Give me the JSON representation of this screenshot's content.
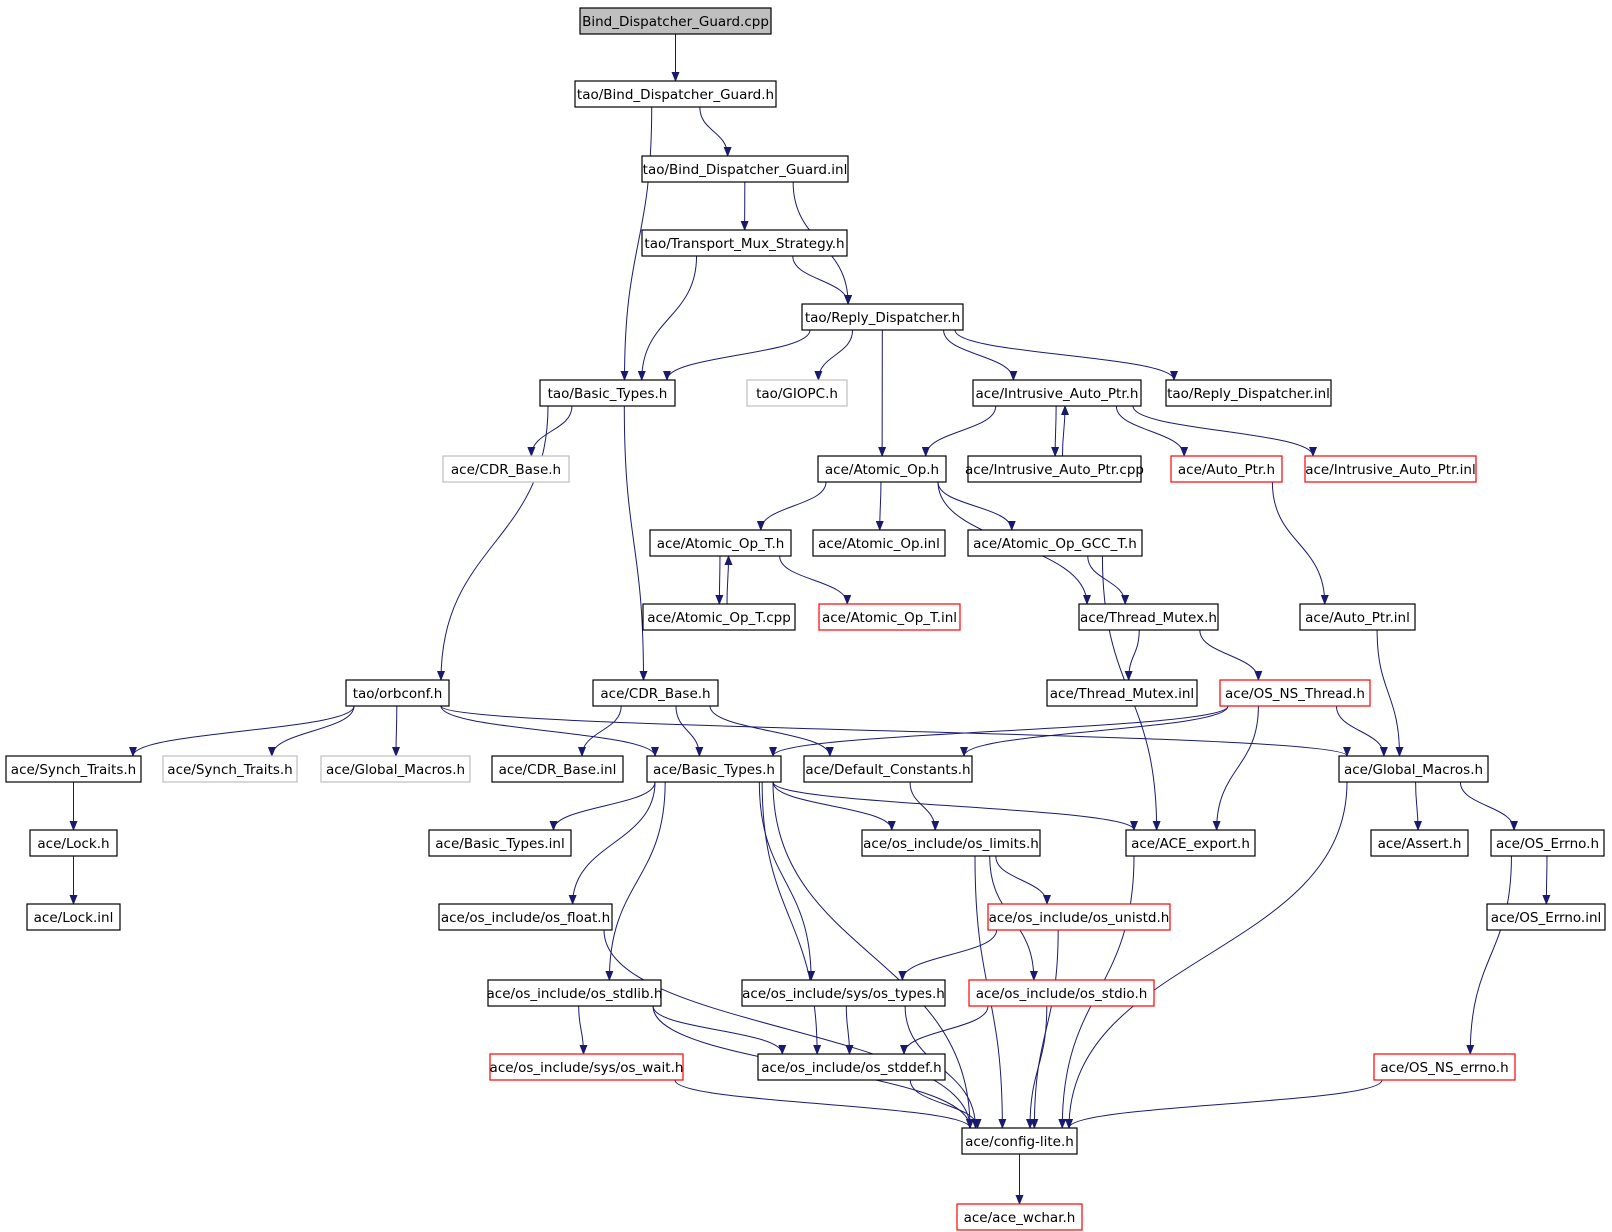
{
  "title": "",
  "colors": {
    "edge": "#191970",
    "normal_border": "#000000",
    "missing_border": "#bfbfbf",
    "truncated_border": "#ff0000",
    "root_fill": "#bfbfbf",
    "fill": "#ffffff"
  },
  "nodes": [
    {
      "id": "bind_cpp",
      "label": "Bind_Dispatcher_Guard.cpp",
      "style": "root"
    },
    {
      "id": "tao_bdg_h",
      "label": "tao/Bind_Dispatcher_Guard.h",
      "style": "normal"
    },
    {
      "id": "tao_bdg_inl",
      "label": "tao/Bind_Dispatcher_Guard.inl",
      "style": "normal"
    },
    {
      "id": "tao_tms_h",
      "label": "tao/Transport_Mux_Strategy.h",
      "style": "normal"
    },
    {
      "id": "tao_rd_h",
      "label": "tao/Reply_Dispatcher.h",
      "style": "normal"
    },
    {
      "id": "tao_bt_h",
      "label": "tao/Basic_Types.h",
      "style": "normal"
    },
    {
      "id": "tao_giopc_h",
      "label": "tao/GIOPC.h",
      "style": "missing"
    },
    {
      "id": "ace_iap_h",
      "label": "ace/Intrusive_Auto_Ptr.h",
      "style": "normal"
    },
    {
      "id": "tao_rd_inl",
      "label": "tao/Reply_Dispatcher.inl",
      "style": "normal"
    },
    {
      "id": "ace_cdrb_h_gray",
      "label": "ace/CDR_Base.h",
      "style": "missing"
    },
    {
      "id": "ace_aop_h",
      "label": "ace/Atomic_Op.h",
      "style": "normal"
    },
    {
      "id": "ace_iap_cpp",
      "label": "ace/Intrusive_Auto_Ptr.cpp",
      "style": "normal"
    },
    {
      "id": "ace_autoptr_h",
      "label": "ace/Auto_Ptr.h",
      "style": "truncated"
    },
    {
      "id": "ace_iap_inl",
      "label": "ace/Intrusive_Auto_Ptr.inl",
      "style": "truncated"
    },
    {
      "id": "ace_aopt_h",
      "label": "ace/Atomic_Op_T.h",
      "style": "normal"
    },
    {
      "id": "ace_aop_inl",
      "label": "ace/Atomic_Op.inl",
      "style": "normal"
    },
    {
      "id": "ace_aopgcc_h",
      "label": "ace/Atomic_Op_GCC_T.h",
      "style": "normal"
    },
    {
      "id": "ace_aopt_cpp",
      "label": "ace/Atomic_Op_T.cpp",
      "style": "normal"
    },
    {
      "id": "ace_aopt_inl",
      "label": "ace/Atomic_Op_T.inl",
      "style": "truncated"
    },
    {
      "id": "ace_tm_h",
      "label": "ace/Thread_Mutex.h",
      "style": "normal"
    },
    {
      "id": "ace_autoptr_inl",
      "label": "ace/Auto_Ptr.inl",
      "style": "normal"
    },
    {
      "id": "tao_orbconf_h",
      "label": "tao/orbconf.h",
      "style": "normal"
    },
    {
      "id": "ace_cdrb_h",
      "label": "ace/CDR_Base.h",
      "style": "normal"
    },
    {
      "id": "ace_tm_inl",
      "label": "ace/Thread_Mutex.inl",
      "style": "normal"
    },
    {
      "id": "ace_osnsthread_h",
      "label": "ace/OS_NS_Thread.h",
      "style": "truncated"
    },
    {
      "id": "ace_st_h",
      "label": "ace/Synch_Traits.h",
      "style": "normal"
    },
    {
      "id": "ace_st_h_gray",
      "label": "ace/Synch_Traits.h",
      "style": "missing"
    },
    {
      "id": "ace_gm_h_gray",
      "label": "ace/Global_Macros.h",
      "style": "missing"
    },
    {
      "id": "ace_cdrb_inl",
      "label": "ace/CDR_Base.inl",
      "style": "normal"
    },
    {
      "id": "ace_bt_h",
      "label": "ace/Basic_Types.h",
      "style": "normal"
    },
    {
      "id": "ace_dc_h",
      "label": "ace/Default_Constants.h",
      "style": "normal"
    },
    {
      "id": "ace_gm_h",
      "label": "ace/Global_Macros.h",
      "style": "normal"
    },
    {
      "id": "ace_lock_h",
      "label": "ace/Lock.h",
      "style": "normal"
    },
    {
      "id": "ace_bt_inl",
      "label": "ace/Basic_Types.inl",
      "style": "normal"
    },
    {
      "id": "ace_limits_h",
      "label": "ace/os_include/os_limits.h",
      "style": "normal"
    },
    {
      "id": "ace_export_h",
      "label": "ace/ACE_export.h",
      "style": "normal"
    },
    {
      "id": "ace_assert_h",
      "label": "ace/Assert.h",
      "style": "normal"
    },
    {
      "id": "ace_oserrno_h",
      "label": "ace/OS_Errno.h",
      "style": "normal"
    },
    {
      "id": "ace_lock_inl",
      "label": "ace/Lock.inl",
      "style": "normal"
    },
    {
      "id": "ace_float_h",
      "label": "ace/os_include/os_float.h",
      "style": "normal"
    },
    {
      "id": "ace_unistd_h",
      "label": "ace/os_include/os_unistd.h",
      "style": "truncated"
    },
    {
      "id": "ace_oserrno_inl",
      "label": "ace/OS_Errno.inl",
      "style": "normal"
    },
    {
      "id": "ace_stdlib_h",
      "label": "ace/os_include/os_stdlib.h",
      "style": "normal"
    },
    {
      "id": "ace_systypes_h",
      "label": "ace/os_include/sys/os_types.h",
      "style": "normal"
    },
    {
      "id": "ace_stdio_h",
      "label": "ace/os_include/os_stdio.h",
      "style": "truncated"
    },
    {
      "id": "ace_wait_h",
      "label": "ace/os_include/sys/os_wait.h",
      "style": "truncated"
    },
    {
      "id": "ace_stddef_h",
      "label": "ace/os_include/os_stddef.h",
      "style": "normal"
    },
    {
      "id": "ace_osnserrno_h",
      "label": "ace/OS_NS_errno.h",
      "style": "truncated"
    },
    {
      "id": "ace_configlite_h",
      "label": "ace/config-lite.h",
      "style": "normal"
    },
    {
      "id": "ace_wchar_h",
      "label": "ace/ace_wchar.h",
      "style": "truncated"
    }
  ],
  "edges": [
    [
      "bind_cpp",
      "tao_bdg_h"
    ],
    [
      "tao_bdg_h",
      "tao_bdg_inl"
    ],
    [
      "tao_bdg_h",
      "tao_bt_h"
    ],
    [
      "tao_bdg_inl",
      "tao_tms_h"
    ],
    [
      "tao_bdg_inl",
      "tao_rd_h"
    ],
    [
      "tao_tms_h",
      "tao_rd_h"
    ],
    [
      "tao_tms_h",
      "tao_bt_h"
    ],
    [
      "tao_rd_h",
      "tao_bt_h"
    ],
    [
      "tao_rd_h",
      "tao_giopc_h"
    ],
    [
      "tao_rd_h",
      "ace_aop_h"
    ],
    [
      "tao_rd_h",
      "ace_iap_h"
    ],
    [
      "tao_rd_h",
      "tao_rd_inl"
    ],
    [
      "tao_bt_h",
      "ace_cdrb_h_gray"
    ],
    [
      "tao_bt_h",
      "tao_orbconf_h"
    ],
    [
      "tao_bt_h",
      "ace_cdrb_h"
    ],
    [
      "ace_iap_h",
      "ace_aop_h"
    ],
    [
      "ace_iap_h",
      "ace_iap_cpp"
    ],
    [
      "ace_iap_cpp",
      "ace_iap_h"
    ],
    [
      "ace_iap_h",
      "ace_autoptr_h"
    ],
    [
      "ace_iap_h",
      "ace_iap_inl"
    ],
    [
      "ace_autoptr_h",
      "ace_autoptr_inl"
    ],
    [
      "ace_aop_h",
      "ace_aopt_h"
    ],
    [
      "ace_aop_h",
      "ace_aop_inl"
    ],
    [
      "ace_aop_h",
      "ace_aopgcc_h"
    ],
    [
      "ace_aop_h",
      "ace_tm_h"
    ],
    [
      "ace_aopt_h",
      "ace_aopt_cpp"
    ],
    [
      "ace_aopt_cpp",
      "ace_aopt_h"
    ],
    [
      "ace_aopt_h",
      "ace_aopt_inl"
    ],
    [
      "ace_aopgcc_h",
      "ace_tm_h"
    ],
    [
      "ace_aopgcc_h",
      "ace_export_h"
    ],
    [
      "ace_tm_h",
      "ace_tm_inl"
    ],
    [
      "ace_tm_h",
      "ace_osnsthread_h"
    ],
    [
      "ace_autoptr_inl",
      "ace_gm_h"
    ],
    [
      "tao_orbconf_h",
      "ace_st_h"
    ],
    [
      "tao_orbconf_h",
      "ace_st_h_gray"
    ],
    [
      "tao_orbconf_h",
      "ace_gm_h_gray"
    ],
    [
      "tao_orbconf_h",
      "ace_bt_h"
    ],
    [
      "tao_orbconf_h",
      "ace_gm_h"
    ],
    [
      "ace_cdrb_h",
      "ace_cdrb_inl"
    ],
    [
      "ace_cdrb_h",
      "ace_bt_h"
    ],
    [
      "ace_cdrb_h",
      "ace_dc_h"
    ],
    [
      "ace_osnsthread_h",
      "ace_bt_h"
    ],
    [
      "ace_osnsthread_h",
      "ace_dc_h"
    ],
    [
      "ace_osnsthread_h",
      "ace_gm_h"
    ],
    [
      "ace_osnsthread_h",
      "ace_export_h"
    ],
    [
      "ace_st_h",
      "ace_lock_h"
    ],
    [
      "ace_lock_h",
      "ace_lock_inl"
    ],
    [
      "ace_bt_h",
      "ace_bt_inl"
    ],
    [
      "ace_bt_h",
      "ace_limits_h"
    ],
    [
      "ace_bt_h",
      "ace_export_h"
    ],
    [
      "ace_bt_h",
      "ace_float_h"
    ],
    [
      "ace_bt_h",
      "ace_stdlib_h"
    ],
    [
      "ace_bt_h",
      "ace_systypes_h"
    ],
    [
      "ace_bt_h",
      "ace_stddef_h"
    ],
    [
      "ace_bt_h",
      "ace_configlite_h"
    ],
    [
      "ace_dc_h",
      "ace_limits_h"
    ],
    [
      "ace_gm_h",
      "ace_assert_h"
    ],
    [
      "ace_gm_h",
      "ace_oserrno_h"
    ],
    [
      "ace_gm_h",
      "ace_configlite_h"
    ],
    [
      "ace_limits_h",
      "ace_unistd_h"
    ],
    [
      "ace_limits_h",
      "ace_stdio_h"
    ],
    [
      "ace_limits_h",
      "ace_configlite_h"
    ],
    [
      "ace_export_h",
      "ace_configlite_h"
    ],
    [
      "ace_oserrno_h",
      "ace_oserrno_inl"
    ],
    [
      "ace_oserrno_h",
      "ace_osnserrno_h"
    ],
    [
      "ace_float_h",
      "ace_configlite_h"
    ],
    [
      "ace_unistd_h",
      "ace_systypes_h"
    ],
    [
      "ace_unistd_h",
      "ace_configlite_h"
    ],
    [
      "ace_stdlib_h",
      "ace_wait_h"
    ],
    [
      "ace_stdlib_h",
      "ace_stddef_h"
    ],
    [
      "ace_stdlib_h",
      "ace_configlite_h"
    ],
    [
      "ace_systypes_h",
      "ace_stddef_h"
    ],
    [
      "ace_systypes_h",
      "ace_configlite_h"
    ],
    [
      "ace_stdio_h",
      "ace_stddef_h"
    ],
    [
      "ace_stdio_h",
      "ace_configlite_h"
    ],
    [
      "ace_wait_h",
      "ace_configlite_h"
    ],
    [
      "ace_stddef_h",
      "ace_configlite_h"
    ],
    [
      "ace_osnserrno_h",
      "ace_configlite_h"
    ],
    [
      "ace_configlite_h",
      "ace_wchar_h"
    ]
  ]
}
